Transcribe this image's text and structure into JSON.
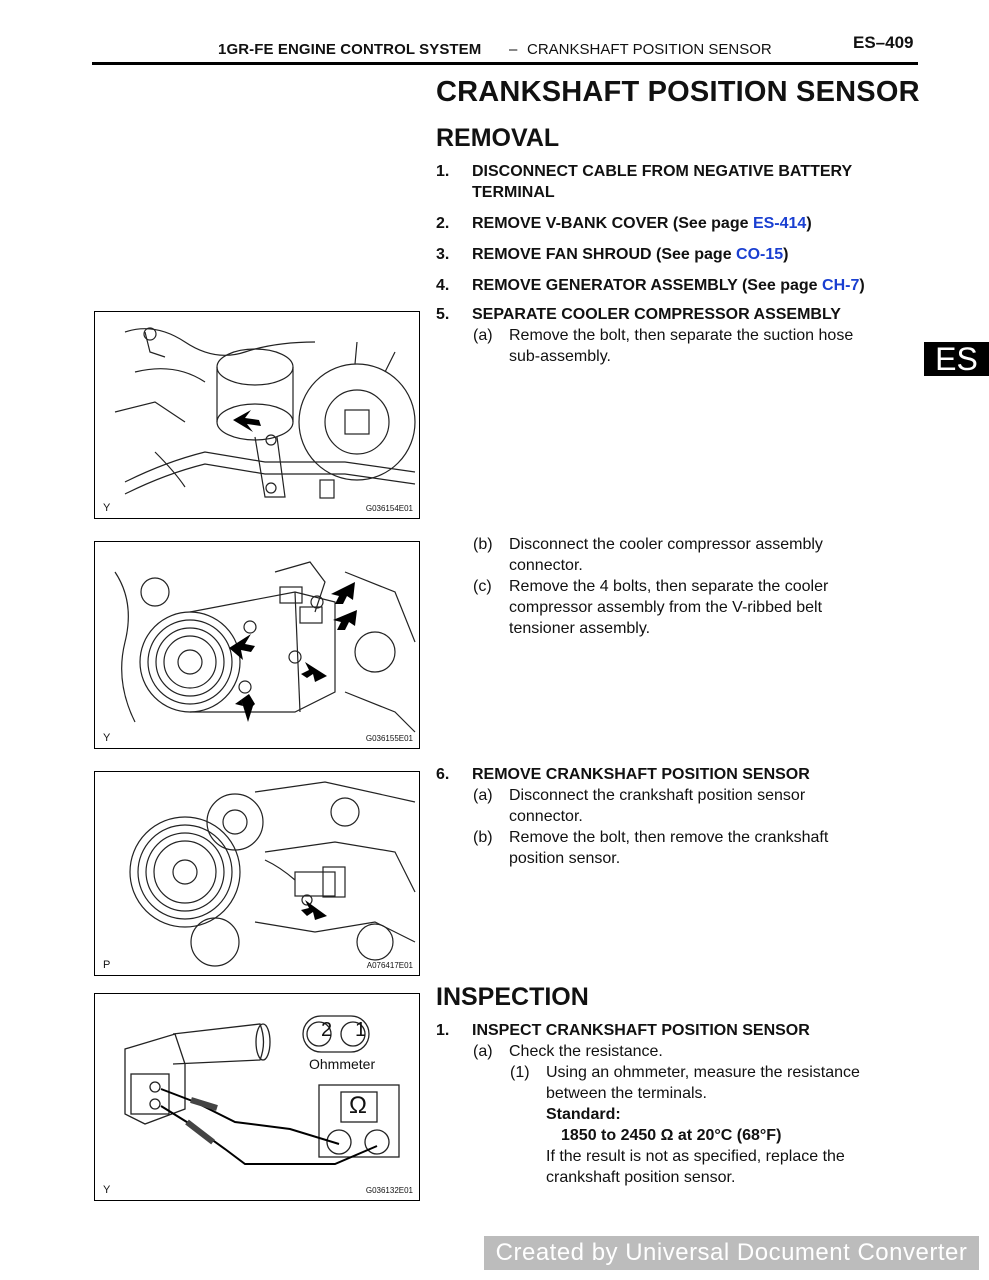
{
  "header": {
    "system": "1GR-FE ENGINE CONTROL SYSTEM",
    "dash": "–",
    "section": "CRANKSHAFT POSITION SENSOR",
    "page": "ES–409"
  },
  "title": "CRANKSHAFT POSITION SENSOR",
  "side_tab": "ES",
  "removal": {
    "heading": "REMOVAL",
    "steps": [
      {
        "num": "1.",
        "line1": "DISCONNECT CABLE FROM NEGATIVE BATTERY",
        "line2": "TERMINAL"
      },
      {
        "num": "2.",
        "text": "REMOVE V-BANK COVER (See page ",
        "link": "ES-414",
        "close": ")"
      },
      {
        "num": "3.",
        "text": "REMOVE FAN SHROUD (See page ",
        "link": "CO-15",
        "close": ")"
      },
      {
        "num": "4.",
        "text": "REMOVE GENERATOR ASSEMBLY (See page ",
        "link": "CH-7",
        "close": ")"
      },
      {
        "num": "5.",
        "text": "SEPARATE COOLER COMPRESSOR ASSEMBLY",
        "subs": [
          {
            "label": "(a)",
            "line1": "Remove the bolt, then separate the suction hose",
            "line2": "sub-assembly."
          },
          {
            "label": "(b)",
            "line1": "Disconnect the cooler compressor assembly",
            "line2": "connector."
          },
          {
            "label": "(c)",
            "line1": "Remove the 4 bolts, then separate the cooler",
            "line2": "compressor assembly from the V-ribbed belt",
            "line3": "tensioner assembly."
          }
        ]
      },
      {
        "num": "6.",
        "text": "REMOVE CRANKSHAFT POSITION SENSOR",
        "subs": [
          {
            "label": "(a)",
            "line1": "Disconnect the crankshaft position sensor",
            "line2": "connector."
          },
          {
            "label": "(b)",
            "line1": "Remove the bolt, then remove the crankshaft",
            "line2": "position sensor."
          }
        ]
      }
    ]
  },
  "inspection": {
    "heading": "INSPECTION",
    "step": {
      "num": "1.",
      "text": "INSPECT CRANKSHAFT POSITION SENSOR"
    },
    "sub_a": {
      "label": "(a)",
      "text": "Check the resistance."
    },
    "sub_1": {
      "label": "(1)",
      "line1": "Using an ohmmeter, measure the resistance",
      "line2": "between the terminals."
    },
    "standard_label": "Standard:",
    "standard_value": "1850 to 2450 Ω at 20°C (68°F)",
    "note_line1": "If the result is not as specified, replace the",
    "note_line2": "crankshaft position sensor."
  },
  "figures": [
    {
      "letter": "Y",
      "code": "G036154E01"
    },
    {
      "letter": "Y",
      "code": "G036155E01"
    },
    {
      "letter": "P",
      "code": "A076417E01"
    },
    {
      "letter": "Y",
      "code": "G036132E01",
      "ohmmeter_label": "Ohmmeter",
      "omega": "Ω",
      "pin_2": "2",
      "pin_1": "1"
    }
  ],
  "watermark": "Created by Universal Document Converter"
}
